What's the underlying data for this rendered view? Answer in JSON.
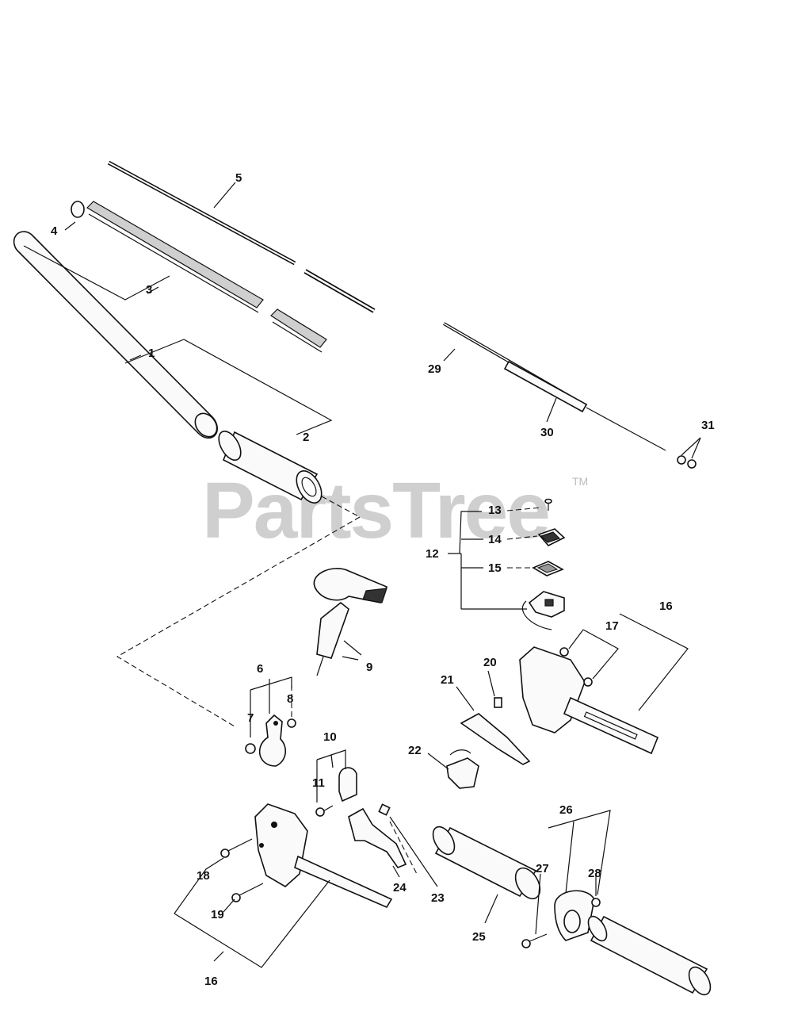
{
  "watermark": {
    "text": "PartsTree",
    "trademark": "TM"
  },
  "callouts": {
    "n1": "1",
    "n2": "2",
    "n3": "3",
    "n4": "4",
    "n5": "5",
    "n6": "6",
    "n7": "7",
    "n8": "8",
    "n9": "9",
    "n10": "10",
    "n11": "11",
    "n12": "12",
    "n13": "13",
    "n14": "14",
    "n15": "15",
    "n16a": "16",
    "n16b": "16",
    "n17": "17",
    "n18": "18",
    "n19": "19",
    "n20": "20",
    "n21": "21",
    "n22": "22",
    "n23": "23",
    "n24": "24",
    "n25": "25",
    "n26": "26",
    "n27": "27",
    "n28": "28",
    "n29": "29",
    "n30": "30",
    "n31": "31"
  }
}
